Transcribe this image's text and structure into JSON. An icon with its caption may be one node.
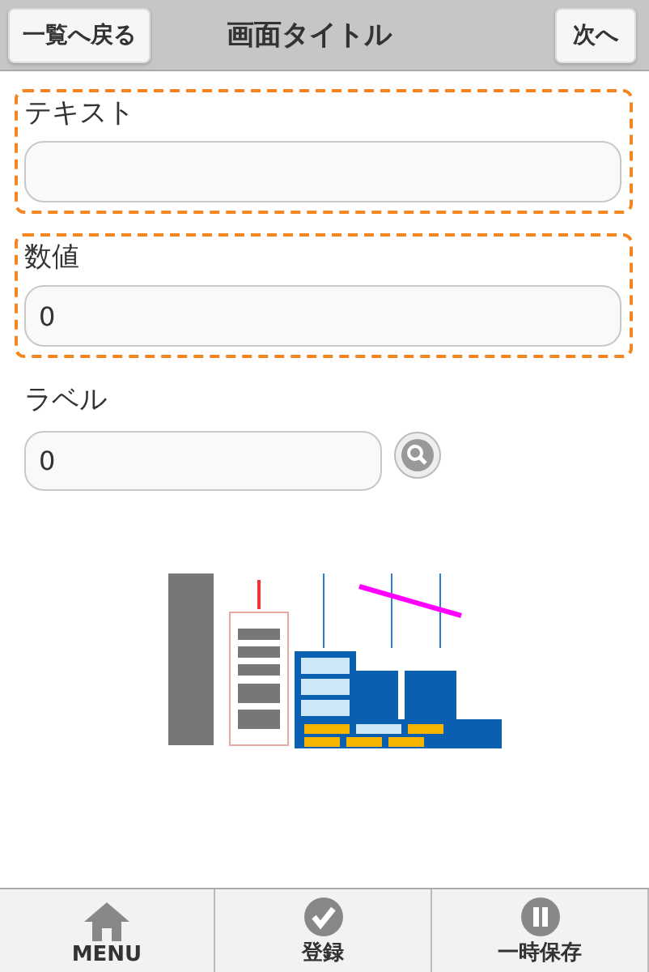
{
  "diagram": {
    "title": "画面タイトル",
    "nodes": [
      {
        "text": [
          "一覧へ戻る"
        ]
      },
      {
        "text": [
          "次へ"
        ]
      },
      {
        "text": [
          "テキスト"
        ]
      },
      {
        "text": [],
        "shape": "box",
        "in": 2
      },
      {
        "text": [
          "数値"
        ]
      },
      {
        "text": [
          "0"
        ],
        "in": 4
      },
      {
        "text": [
          "0"
        ]
      },
      {
        "text": [],
        "shape": "picture"
      },
      {
        "text": [
          "MENU"
        ]
      },
      {
        "text": [
          "登録"
        ]
      },
      {
        "text": [
          "一時保存"
        ]
      }
    ],
    "edges": [],
    "labels": [
      "ラベル"
    ]
  }
}
